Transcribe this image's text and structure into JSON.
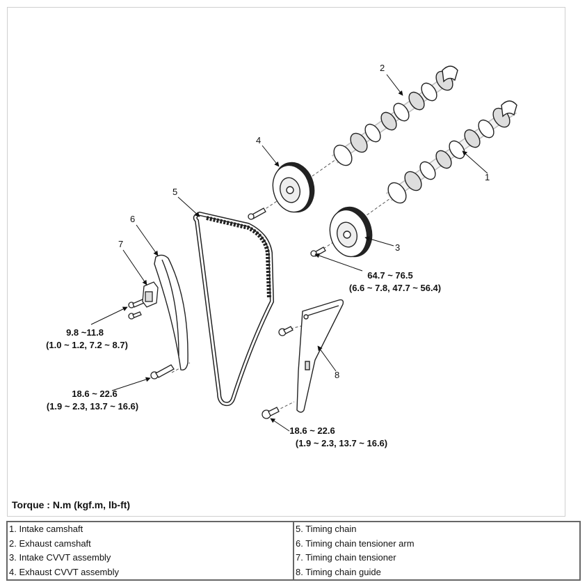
{
  "callouts": {
    "c1": "1",
    "c2": "2",
    "c3": "3",
    "c4": "4",
    "c5": "5",
    "c6": "6",
    "c7": "7",
    "c8": "8"
  },
  "torques": {
    "t1_line1": "64.7 ~ 76.5",
    "t1_line2": "(6.6 ~ 7.8, 47.7 ~ 56.4)",
    "t2_line1": "9.8 ~11.8",
    "t2_line2": "(1.0 ~ 1.2, 7.2 ~ 8.7)",
    "t3_line1": "18.6 ~ 22.6",
    "t3_line2": "(1.9 ~ 2.3, 13.7 ~ 16.6)",
    "t4_line1": "18.6 ~ 22.6",
    "t4_line2": "(1.9 ~ 2.3, 13.7 ~ 16.6)"
  },
  "torque_unit_note": "Torque : N.m (kgf.m, lb-ft)",
  "legend": {
    "left": [
      "1. Intake camshaft",
      "2. Exhaust camshaft",
      "3. Intake CVVT assembly",
      "4. Exhaust CVVT assembly"
    ],
    "right": [
      "5. Timing chain",
      "6. Timing chain tensioner arm",
      "7. Timing chain tensioner",
      "8. Timing chain guide"
    ]
  }
}
